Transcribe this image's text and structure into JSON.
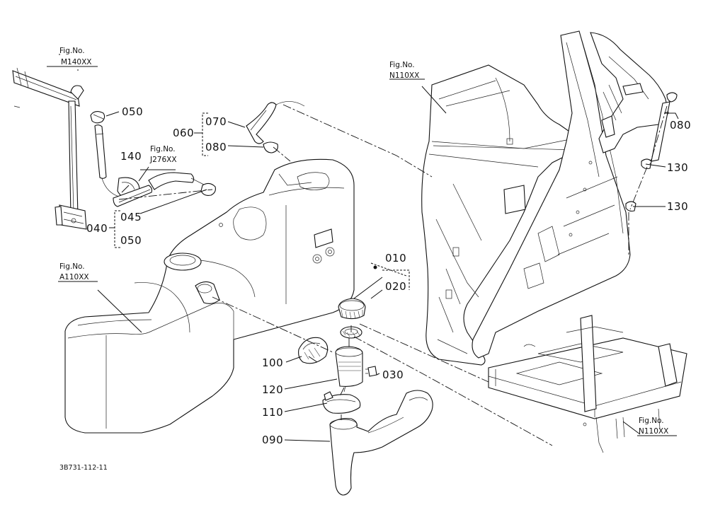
{
  "diagram": {
    "fig_refs": [
      {
        "id": "m140",
        "label": "Fig.No.",
        "code": "M140XX"
      },
      {
        "id": "j276",
        "label": "Fig.No.",
        "code": "J276XX"
      },
      {
        "id": "n110top",
        "label": "Fig.No.",
        "code": "N110XX"
      },
      {
        "id": "a110",
        "label": "Fig.No.",
        "code": "A110XX"
      },
      {
        "id": "n110bot",
        "label": "Fig.No.",
        "code": "N110XX"
      }
    ],
    "callouts": {
      "c050a": "050",
      "c060": "060",
      "c070": "070",
      "c080a": "080",
      "c140": "140",
      "c045": "045",
      "c040": "040",
      "c050b": "050",
      "c080b": "080",
      "c130a": "130",
      "c130b": "130",
      "c010": "010",
      "c020": "020",
      "c100": "100",
      "c030": "030",
      "c120": "120",
      "c110": "110",
      "c090": "090"
    },
    "drawing_code": "3B731-112-11"
  }
}
